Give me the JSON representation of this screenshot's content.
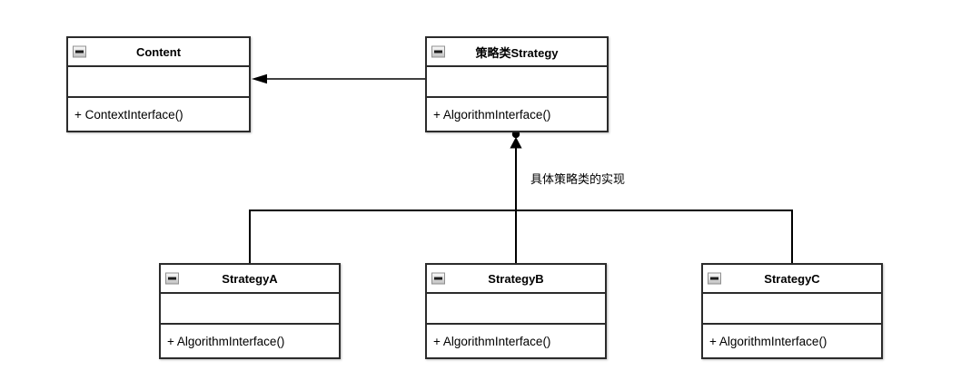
{
  "diagram": {
    "classes": [
      {
        "name": "Content",
        "attributes": "",
        "methods": "+ ContextInterface()"
      },
      {
        "name": "策略类Strategy",
        "attributes": "",
        "methods": "+ AlgorithmInterface()"
      },
      {
        "name": "StrategyA",
        "attributes": "",
        "methods": "+ AlgorithmInterface()"
      },
      {
        "name": "StrategyB",
        "attributes": "",
        "methods": "+ AlgorithmInterface()"
      },
      {
        "name": "StrategyC",
        "attributes": "",
        "methods": "+ AlgorithmInterface()"
      }
    ],
    "edge_label": "具体策略类的实现",
    "relationships": [
      {
        "type": "directed-association",
        "from": "策略类Strategy",
        "to": "Content"
      },
      {
        "type": "realization",
        "from": "StrategyA",
        "to": "策略类Strategy",
        "label": "具体策略类的实现"
      },
      {
        "type": "realization",
        "from": "StrategyB",
        "to": "策略类Strategy",
        "label": "具体策略类的实现"
      },
      {
        "type": "realization",
        "from": "StrategyC",
        "to": "策略类Strategy",
        "label": "具体策略类的实现"
      }
    ],
    "icons": [
      {
        "name": "collapse-minus-icon",
        "glyph": "−"
      },
      {
        "name": "association-arrowhead-icon",
        "glyph": "◄"
      },
      {
        "name": "realization-arrowhead-icon",
        "glyph": "▲"
      }
    ],
    "colors": {
      "canvas_background": "#ffffff",
      "box_background": "#ffffff",
      "box_border": "#2b2b2b",
      "line": "#000000",
      "text": "#000000",
      "collapse_icon_background": "#d9d9d9",
      "collapse_icon_border": "#8f8f8f"
    }
  }
}
